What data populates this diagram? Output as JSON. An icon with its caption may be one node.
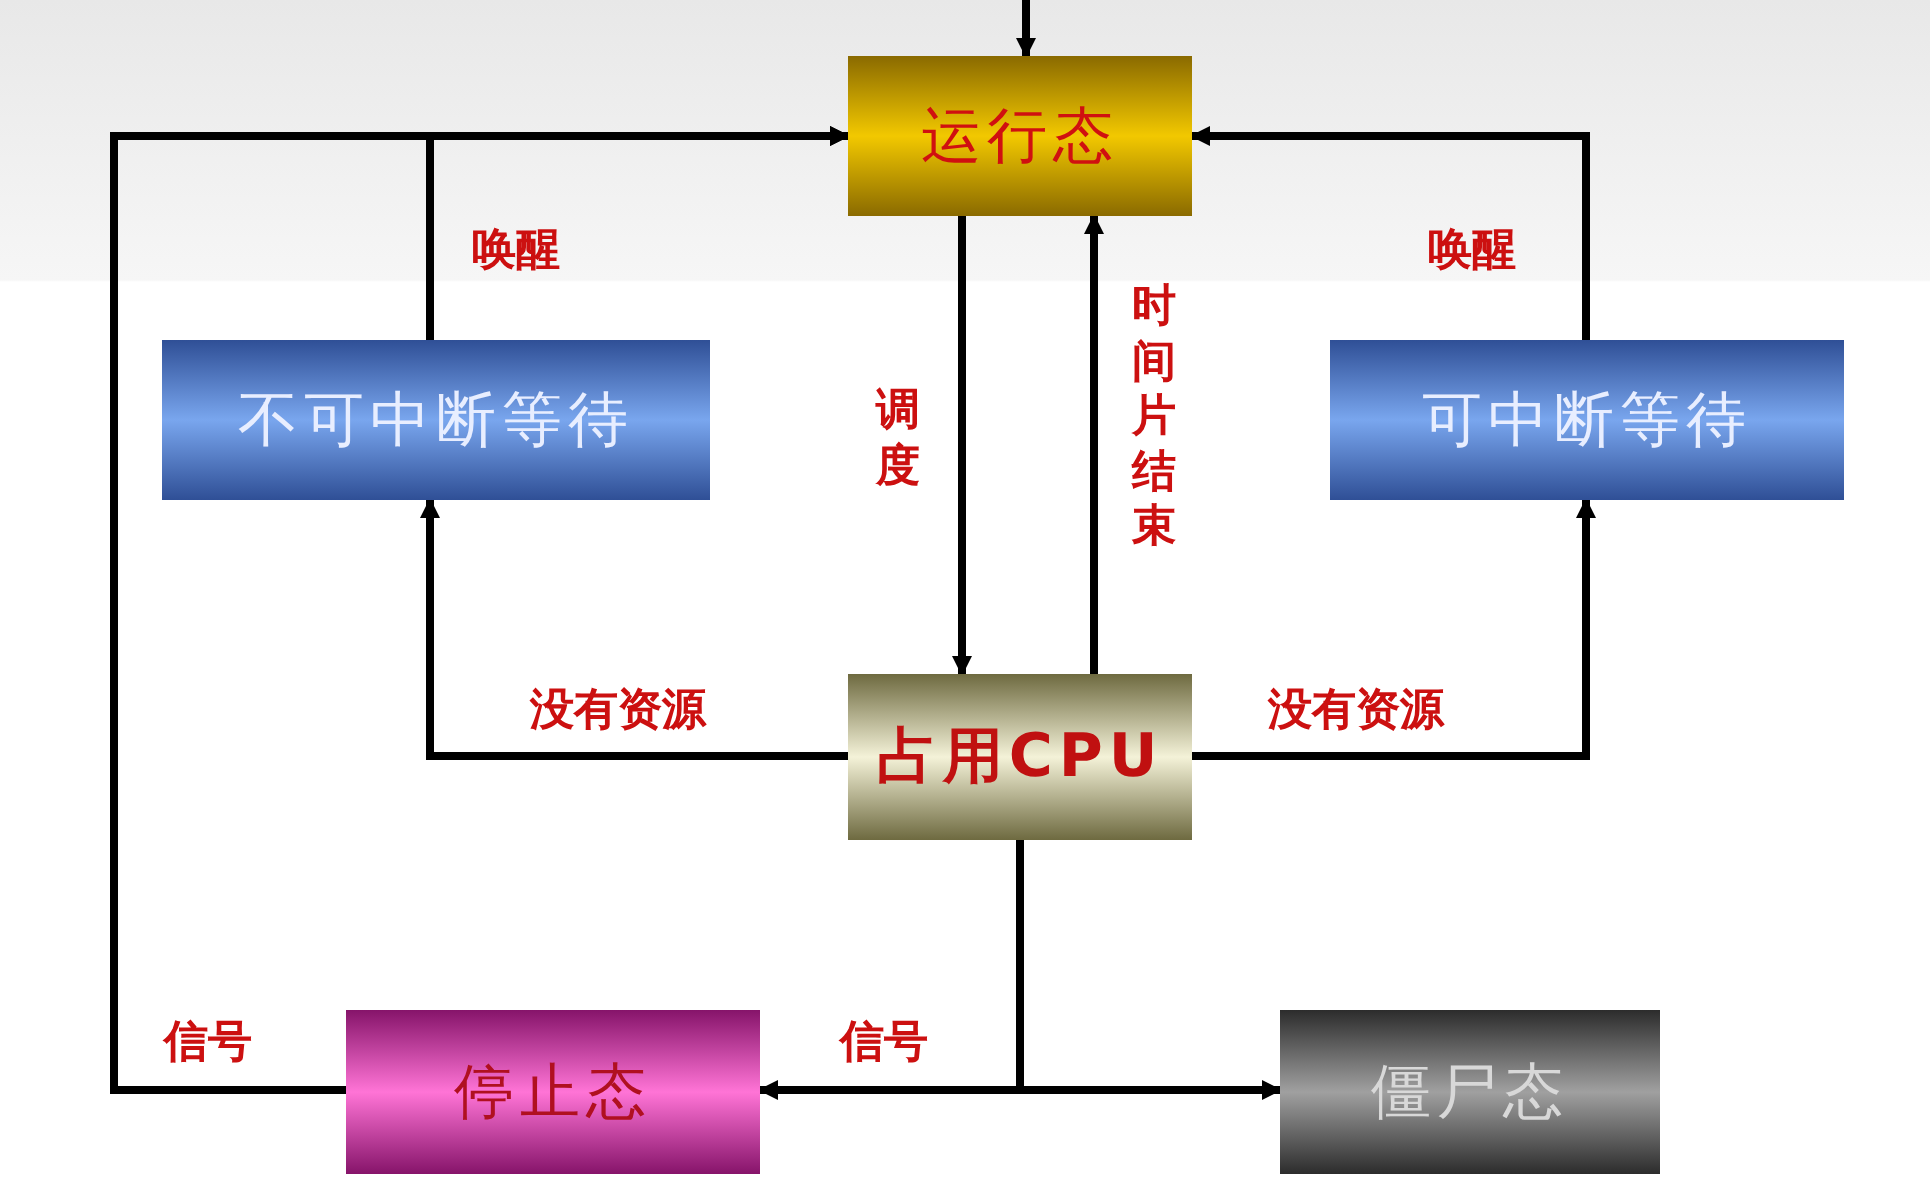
{
  "diagram": {
    "nodes": [
      {
        "text": [
          "运行态"
        ]
      },
      {
        "text": [
          "不可中断等待"
        ]
      },
      {
        "text": [
          "可中断等待"
        ]
      },
      {
        "text": [
          "占用CPU"
        ]
      },
      {
        "text": [
          "停止态"
        ]
      },
      {
        "text": [
          "僵尸态"
        ]
      }
    ],
    "edges": [
      {
        "from": null,
        "to": 0,
        "arrow": "to"
      },
      {
        "from": 1,
        "to": 0,
        "arrow": "to",
        "label": "唤醒"
      },
      {
        "from": 2,
        "to": 0,
        "arrow": "to",
        "label": "唤醒"
      },
      {
        "from": 0,
        "to": 3,
        "arrow": "to",
        "label": "调度"
      },
      {
        "from": 3,
        "to": 0,
        "arrow": "to",
        "label": "时间片结束"
      },
      {
        "from": 3,
        "to": 1,
        "arrow": "to",
        "label": "没有资源"
      },
      {
        "from": 3,
        "to": 2,
        "arrow": "to",
        "label": "没有资源"
      },
      {
        "from": 3,
        "to": 4,
        "arrow": "to",
        "label": "信号"
      },
      {
        "from": 3,
        "to": 5,
        "arrow": "to"
      },
      {
        "from": 4,
        "to": 0,
        "arrow": "to",
        "label": "信号"
      }
    ]
  }
}
